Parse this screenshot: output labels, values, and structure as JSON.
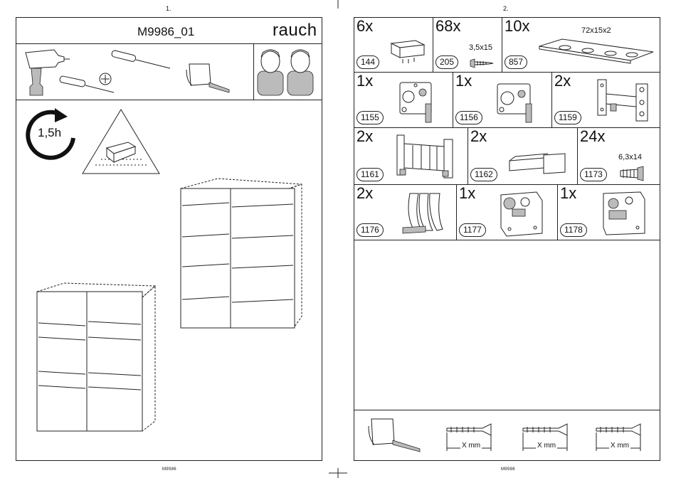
{
  "pages": {
    "left": {
      "page_number": "1.",
      "model": "M9986_01",
      "brand": "rauch",
      "duration": "1,5h",
      "footer": "M9986"
    },
    "right": {
      "page_number": "2.",
      "footer": "M9986",
      "parts": [
        {
          "qty": "6x",
          "id": "144",
          "dim": ""
        },
        {
          "qty": "68x",
          "id": "205",
          "dim": "3,5x15"
        },
        {
          "qty": "10x",
          "id": "857",
          "dim": "72x15x2"
        },
        {
          "qty": "1x",
          "id": "1155",
          "dim": ""
        },
        {
          "qty": "1x",
          "id": "1156",
          "dim": ""
        },
        {
          "qty": "2x",
          "id": "1159",
          "dim": ""
        },
        {
          "qty": "2x",
          "id": "1161",
          "dim": ""
        },
        {
          "qty": "2x",
          "id": "1162",
          "dim": ""
        },
        {
          "qty": "24x",
          "id": "1173",
          "dim": "6,3x14"
        },
        {
          "qty": "2x",
          "id": "1176",
          "dim": ""
        },
        {
          "qty": "1x",
          "id": "1177",
          "dim": ""
        },
        {
          "qty": "1x",
          "id": "1178",
          "dim": ""
        }
      ],
      "screw_gauge_label": "X mm"
    }
  }
}
